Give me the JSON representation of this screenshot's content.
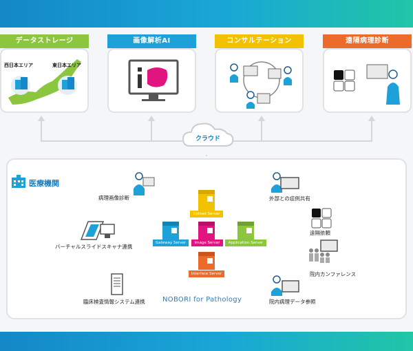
{
  "categories": {
    "storage": {
      "label": "データストレージ",
      "color": "#8cc63f",
      "regions": [
        "西日本エリア",
        "東日本エリア"
      ]
    },
    "ai": {
      "label": "画像解析AI",
      "color": "#1da1d8"
    },
    "consult": {
      "label": "コンサルテーション",
      "color": "#f2c200"
    },
    "remote": {
      "label": "遠隔病理診断",
      "color": "#ec6a2a"
    }
  },
  "cloud": {
    "label": "クラウド"
  },
  "institution": {
    "title": "医療機関",
    "left_items": [
      "病理画像診断",
      "バーチャルスライドスキャナ連携",
      "臨床検査情報システム連携"
    ],
    "right_items": [
      "外部との症例共有",
      "遠隔依頼",
      "院内カンファレンス",
      "院内病理データ参照"
    ]
  },
  "servers": [
    {
      "label": "Upload Server",
      "color": "#f2c200"
    },
    {
      "label": "Gateway Server",
      "color": "#1da1d8"
    },
    {
      "label": "Image Server",
      "color": "#e0157f"
    },
    {
      "label": "Application Server",
      "color": "#8cc63f"
    },
    {
      "label": "Interface Server",
      "color": "#ec6a2a"
    }
  ],
  "product_name": "NOBORI for Pathology"
}
